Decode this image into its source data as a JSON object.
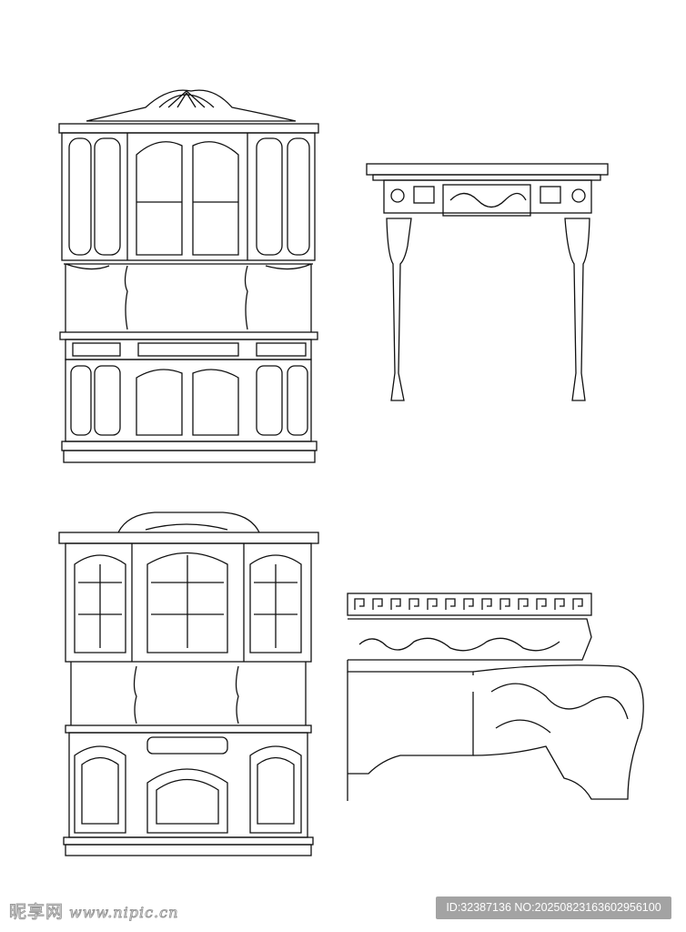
{
  "watermark": {
    "brand": "昵享网",
    "url": "www.nipic.cn"
  },
  "image_id": "ID:32387136 NO:20250823163602956100",
  "figures": [
    "cabinet-rococo",
    "console-table",
    "cabinet-display",
    "carved-table-leg-detail"
  ]
}
